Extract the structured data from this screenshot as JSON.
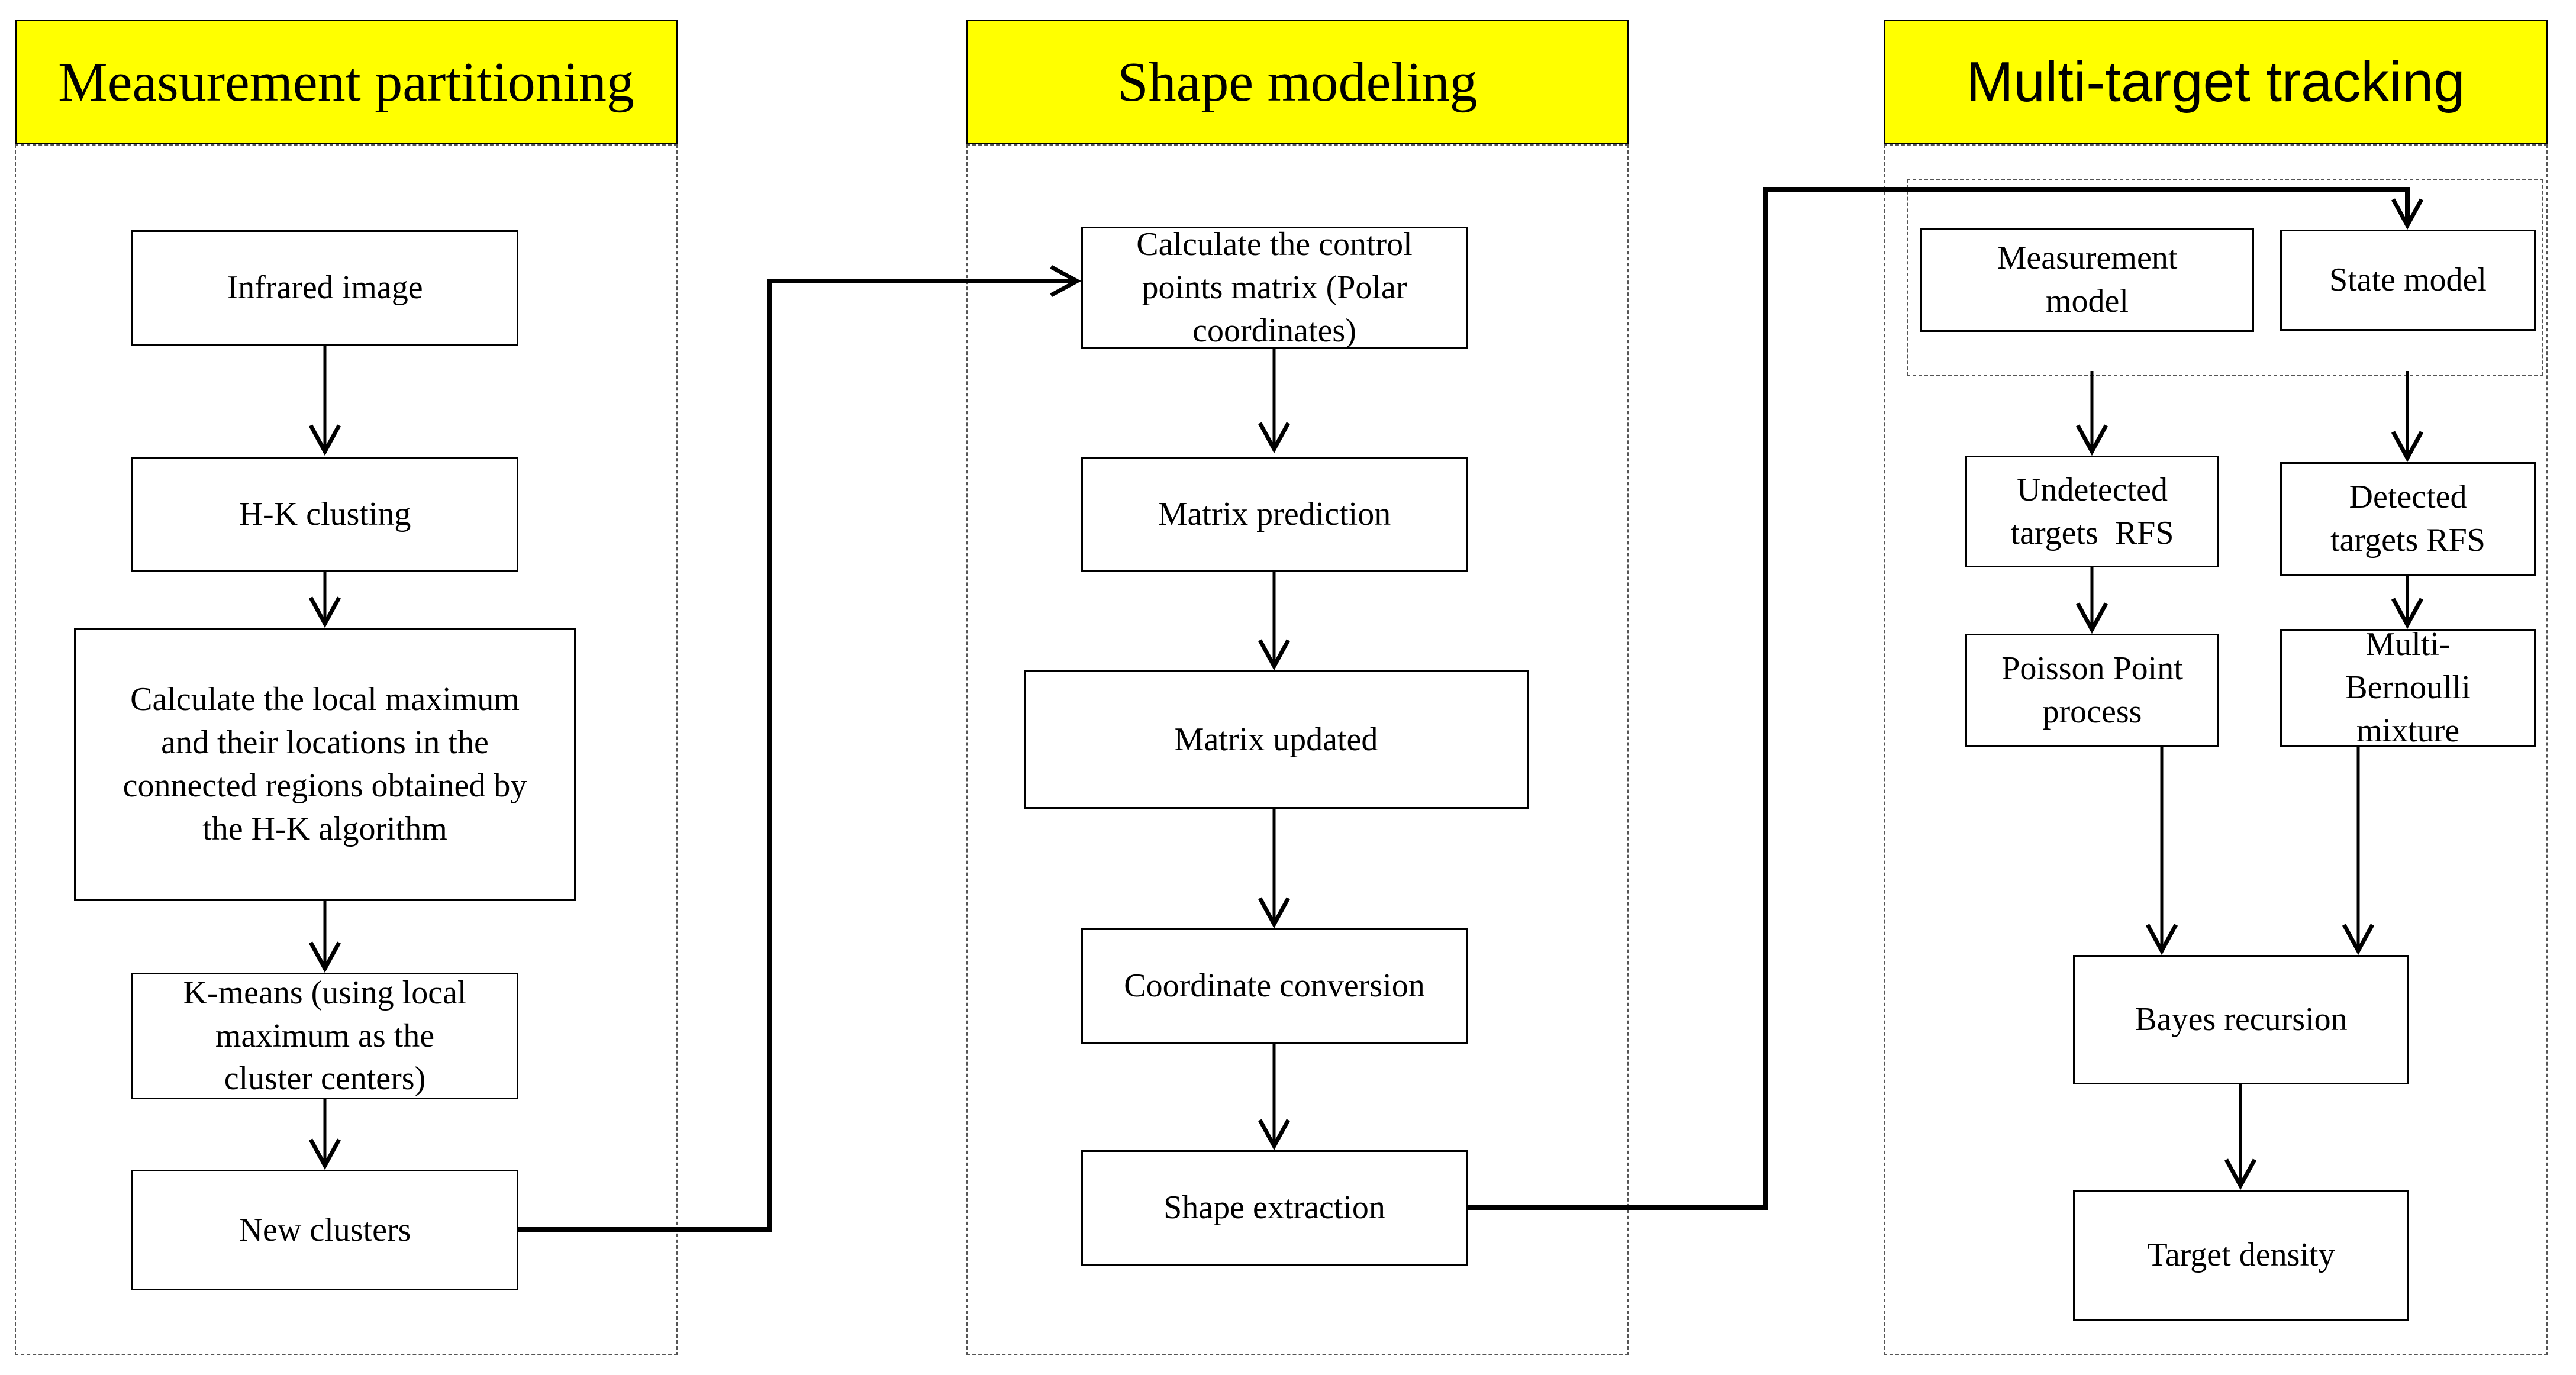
{
  "colors": {
    "header_background": "#FFFF00",
    "line": "#000000",
    "box_background": "#FFFFFF"
  },
  "columns": [
    {
      "title": "Measurement partitioning",
      "nodes": [
        {
          "label": "Infrared image"
        },
        {
          "label": "H-K clusting"
        },
        {
          "label": "Calculate the local maximum\nand their locations in the\nconnected regions obtained by\nthe H-K algorithm"
        },
        {
          "label": "K-means (using local\nmaximum as the\ncluster centers)"
        },
        {
          "label": "New clusters"
        }
      ]
    },
    {
      "title": "Shape modeling",
      "nodes": [
        {
          "label": "Calculate the control\npoints matrix (Polar\ncoordinates)"
        },
        {
          "label": "Matrix prediction"
        },
        {
          "label": "Matrix updated"
        },
        {
          "label": "Coordinate conversion"
        },
        {
          "label": "Shape extraction"
        }
      ]
    },
    {
      "title": "Multi-target tracking",
      "nodes": [
        {
          "label": "Measurement\nmodel"
        },
        {
          "label": "State model"
        },
        {
          "label": "Undetected\ntargets  RFS"
        },
        {
          "label": "Detected\ntargets RFS"
        },
        {
          "label": "Poisson Point\nprocess"
        },
        {
          "label": "Multi-\nBernoulli\nmixture"
        },
        {
          "label": "Bayes recursion"
        },
        {
          "label": "Target density"
        }
      ]
    }
  ]
}
